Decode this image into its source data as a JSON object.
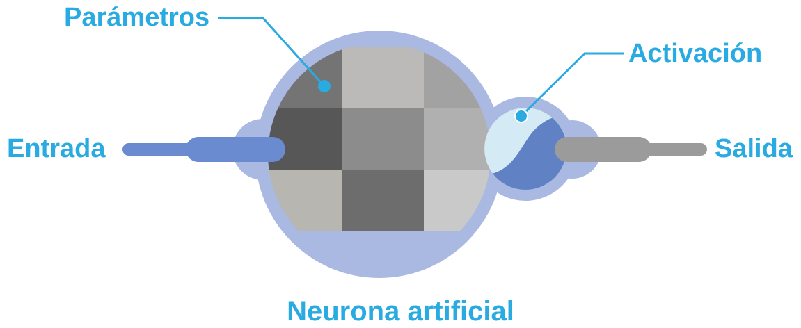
{
  "labels": {
    "parameters": "Parámetros",
    "activation": "Activación",
    "input": "Entrada",
    "output": "Salida"
  },
  "title": "Neurona artificial",
  "colors": {
    "accent": "#29aae1",
    "ring": "#aab9e1",
    "input_wire": "#6a8bd0",
    "output_wire": "#9b9b9b",
    "activation_light": "#d4eaf5",
    "activation_dark": "#6181c5"
  },
  "parameter_grid": [
    [
      "#747474",
      "#bcbab8",
      "#a2a2a2"
    ],
    [
      "#575757",
      "#8c8c8c",
      "#b0b0b0"
    ],
    [
      "#b7b6b1",
      "#6d6d6d",
      "#c9c9c9"
    ]
  ]
}
